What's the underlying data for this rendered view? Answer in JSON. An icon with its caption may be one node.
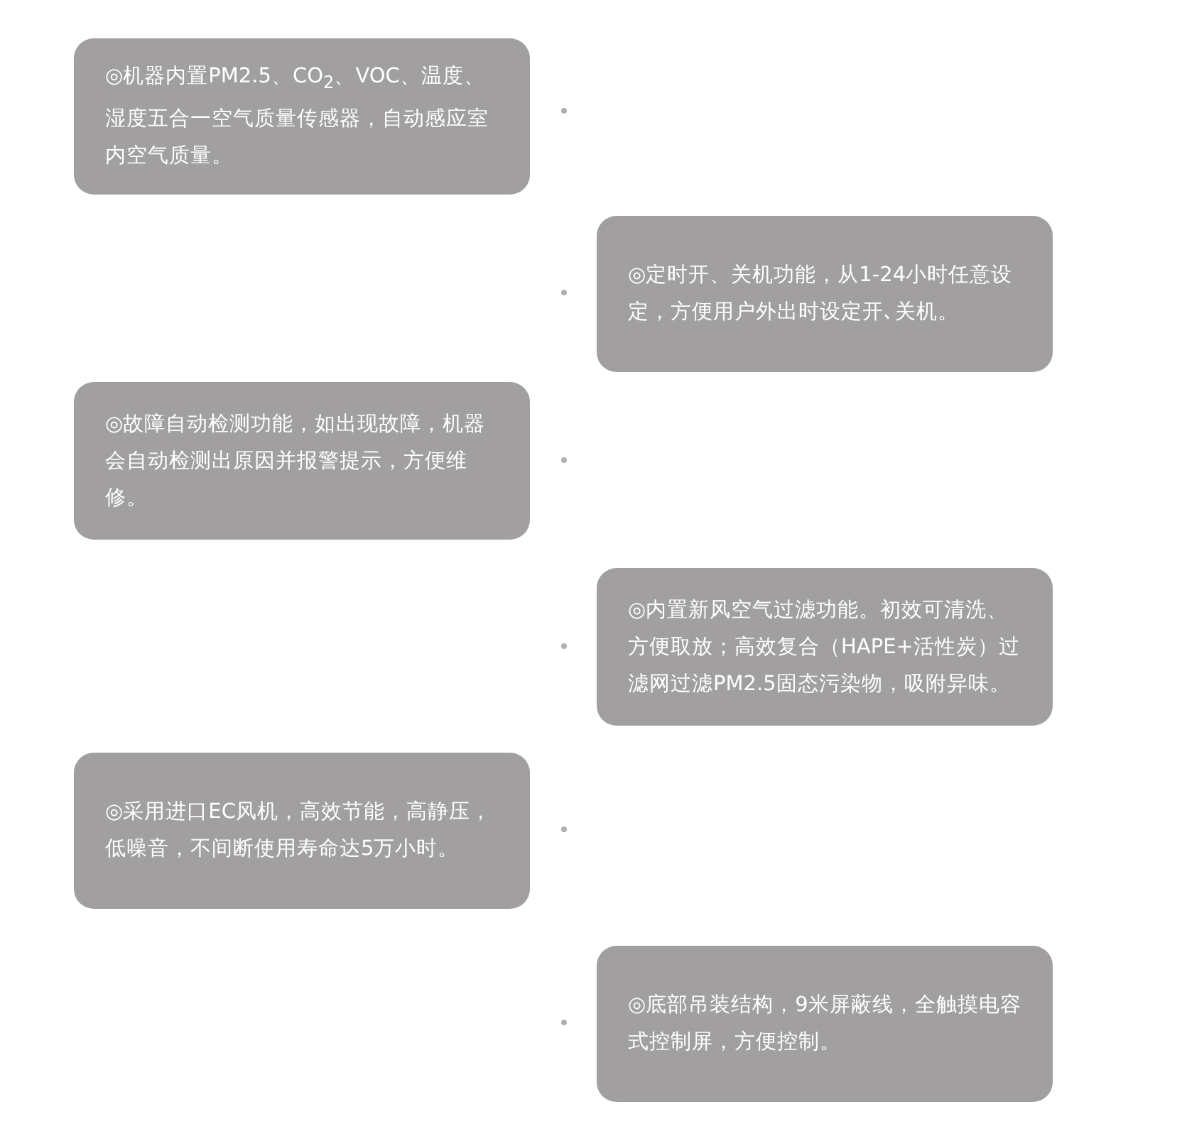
{
  "diagram": {
    "nodes": [
      {
        "text": [
          "◎机器内置PM2.5、CO$_{2}$、VOC、温度、湿度五合一空气质量传感器，自动感应室内空气质量。"
        ]
      },
      {
        "text": [
          "◎定时开、关机功能，从1-24小时任意设定，方便用户外出时设定开､关机。"
        ]
      },
      {
        "text": [
          "◎故障自动检测功能，如出现故障，机器会自动检测出原因并报警提示，方便维修。"
        ]
      },
      {
        "text": [
          "◎内置新风空气过滤功能。初效可清洗、方便取放；高效复合（HAPE+活性炭）过滤网过滤PM2.5固态污染物，吸附异味。"
        ]
      },
      {
        "text": [
          "◎采用进口EC风机，高效节能，高静压，低噪音，不间断使用寿命达5万小时。"
        ]
      },
      {
        "text": [
          "◎底部吊装结构，9米屏蔽线，全触摸电容式控制屏，方便控制。"
        ]
      }
    ]
  }
}
